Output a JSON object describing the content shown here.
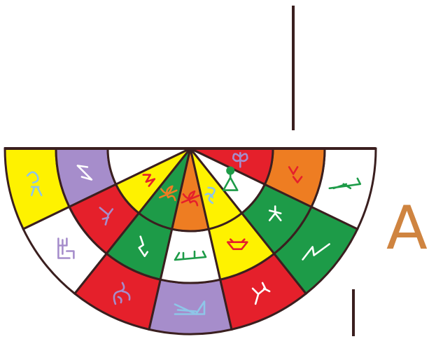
{
  "label": {
    "text": "A"
  },
  "colors": {
    "yellow": "#fef200",
    "purple": "#a68dcb",
    "white": "#ffffff",
    "red": "#e5202b",
    "green": "#1d9b48",
    "orange": "#ee7d22",
    "outline": "#3a1f1f",
    "letter": "#cf8440"
  },
  "fan": {
    "outer_ring": [
      "yellow",
      "white",
      "red",
      "purple",
      "red",
      "green",
      "white"
    ],
    "middle_ring": [
      "purple",
      "red",
      "green",
      "white",
      "yellow",
      "green",
      "orange"
    ],
    "inner_ring": [
      "white",
      "yellow",
      "green",
      "orange",
      "yellow",
      "white",
      "red"
    ]
  },
  "glyphs": [
    {
      "ring": "outer",
      "segment": 0,
      "shape": "hook-crown",
      "color": "#8ec6e8"
    },
    {
      "ring": "outer",
      "segment": 1,
      "shape": "circuit",
      "color": "#a68dcb"
    },
    {
      "ring": "outer",
      "segment": 2,
      "shape": "curl",
      "color": "#a68dcb"
    },
    {
      "ring": "outer",
      "segment": 3,
      "shape": "boat-arrow",
      "color": "#8ec6e8"
    },
    {
      "ring": "outer",
      "segment": 4,
      "shape": "branch",
      "color": "#ffffff"
    },
    {
      "ring": "outer",
      "segment": 5,
      "shape": "chevron-up",
      "color": "#ffffff"
    },
    {
      "ring": "outer",
      "segment": 6,
      "shape": "bow",
      "color": "#1d9b48"
    },
    {
      "ring": "middle",
      "segment": 0,
      "shape": "zig-arrow",
      "color": "#ffffff"
    },
    {
      "ring": "middle",
      "segment": 1,
      "shape": "pitchfork",
      "color": "#a68dcb"
    },
    {
      "ring": "middle",
      "segment": 2,
      "shape": "zag",
      "color": "#ffffff"
    },
    {
      "ring": "middle",
      "segment": 3,
      "shape": "canoe",
      "color": "#1d9b48"
    },
    {
      "ring": "middle",
      "segment": 4,
      "shape": "cup",
      "color": "#e5202b"
    },
    {
      "ring": "middle",
      "segment": 5,
      "shape": "dancer",
      "color": "#ffffff"
    },
    {
      "ring": "middle",
      "segment": 6,
      "shape": "twin-v",
      "color": "#e5202b"
    },
    {
      "ring": "inner",
      "segment": 1,
      "shape": "bolt",
      "color": "#e5202b"
    },
    {
      "ring": "inner",
      "segment": 2,
      "shape": "scribble",
      "color": "#ee7d22"
    },
    {
      "ring": "inner",
      "segment": 3,
      "shape": "scribble",
      "color": "#e5202b"
    },
    {
      "ring": "inner",
      "segment": 4,
      "shape": "swirl",
      "color": "#8ec6e8"
    },
    {
      "ring": "inner",
      "segment": 5,
      "shape": "figure",
      "color": "#1d9b48"
    },
    {
      "ring": "inner",
      "segment": 6,
      "shape": "butterfly",
      "color": "#a68dcb"
    }
  ]
}
